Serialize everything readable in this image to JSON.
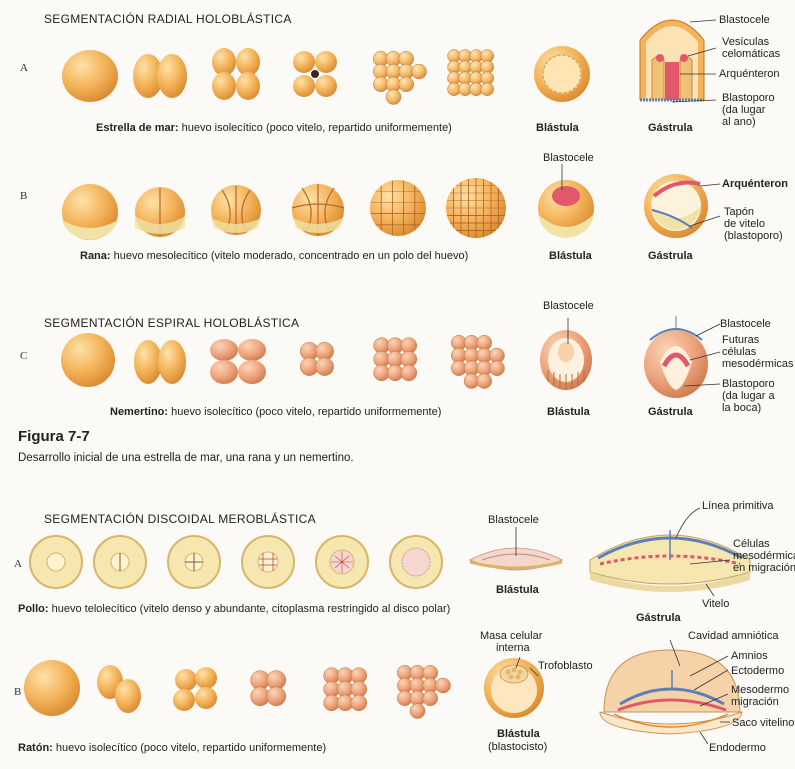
{
  "figure": {
    "label": "Figura 7-7",
    "caption": "Desarrollo inicial de una estrella de mar, una rana y un nemertino."
  },
  "section_radial": {
    "title": "SEGMENTACIÓN RADIAL HOLOBLÁSTICA"
  },
  "section_spiral": {
    "title": "SEGMENTACIÓN ESPIRAL HOLOBLÁSTICA"
  },
  "section_discoidal": {
    "title": "SEGMENTACIÓN DISCOIDAL MEROBLÁSTICA"
  },
  "rows": {
    "starfish": {
      "letter": "A",
      "organism": "Estrella de mar:",
      "description": " huevo isolecítico (poco vitelo, repartido uniformemente)",
      "blastula": "Blástula",
      "gastrula": "Gástrula",
      "labels": [
        "Blastocele",
        "Vesículas",
        "celomáticas",
        "Arquénteron",
        "Blastoporo",
        "(da lugar",
        "al ano)"
      ]
    },
    "frog": {
      "letter": "B",
      "organism": "Rana:",
      "description": " huevo mesolecítico (vitelo moderado, concentrado en un polo del huevo)",
      "blastula": "Blástula",
      "gastrula": "Gástrula",
      "labels": [
        "Blastocele",
        "Arquénteron",
        "Tapón",
        "de vitelo",
        "(blastoporo)"
      ]
    },
    "nemertean": {
      "letter": "C",
      "organism": "Nemertino:",
      "description": " huevo isolecítico (poco vitelo, repartido uniformemente)",
      "blastula": "Blástula",
      "gastrula": "Gástrula",
      "labels": [
        "Blastocele",
        "Blastocele",
        "Futuras",
        "células",
        "mesodérmicas",
        "Blastoporo",
        "(da lugar a",
        "la boca)"
      ]
    },
    "chicken": {
      "letter": "A",
      "organism": "Pollo:",
      "description": " huevo telolecítico (vitelo denso y abundante, citoplasma restringido al disco polar)",
      "blastula": "Blástula",
      "gastrula": "Gástrula",
      "labels": [
        "Blastocele",
        "Línea primitiva",
        "Células",
        "mesodérmicas",
        "en migración",
        "Vitelo"
      ]
    },
    "mouse": {
      "letter": "B",
      "organism": "Ratón:",
      "description": " huevo isolecítico (poco vitelo, repartido uniformemente)",
      "blastula": "Blástula",
      "blastula_sub": "(blastocisto)",
      "labels": [
        "Masa celular",
        "interna",
        "Trofoblasto",
        "Cavidad amniótica",
        "Amnios",
        "Ectodermo",
        "Mesodermo",
        "migración",
        "Saco vitelino",
        "Endodermo"
      ]
    }
  },
  "colors": {
    "cell_light": "#f8c97a",
    "cell_dark": "#e39a3b",
    "yolk": "#f1e2a6",
    "mesoderm": "#e2576a",
    "ectoderm_blue": "#5b7fb8"
  }
}
